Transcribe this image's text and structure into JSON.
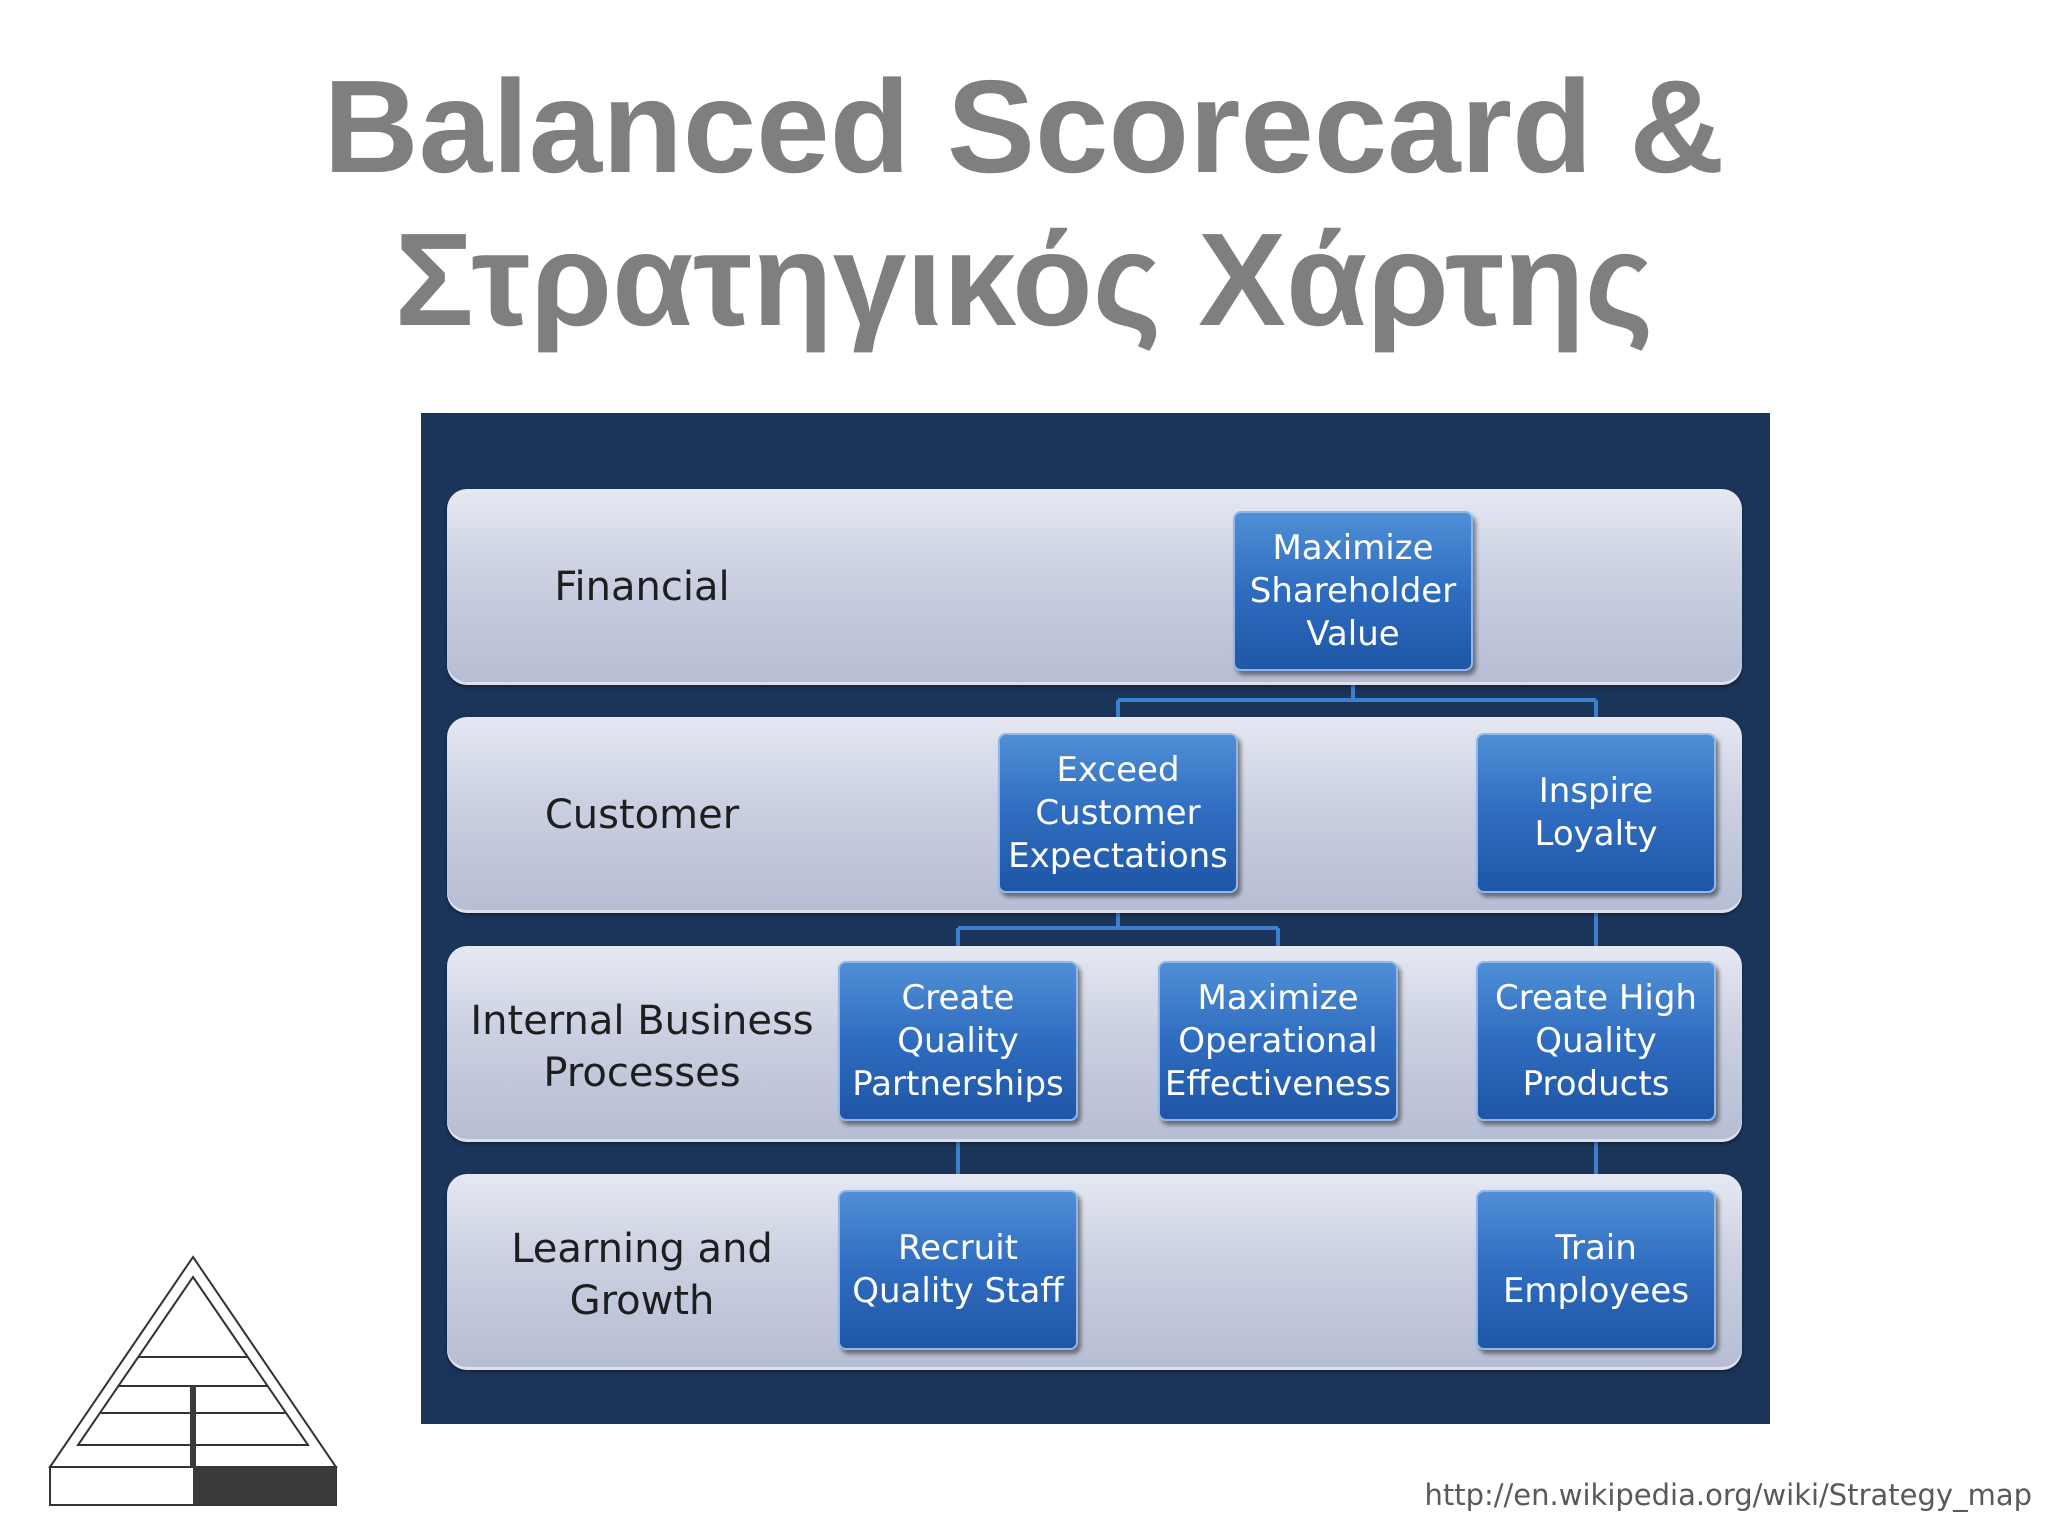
{
  "title": {
    "line1": "Balanced Scorecard &",
    "line2": "Στρατηγικός Χάρτης"
  },
  "strategy_map": {
    "perspectives": [
      {
        "label": "Financial"
      },
      {
        "label": "Customer"
      },
      {
        "label": "Internal Business\nProcesses"
      },
      {
        "label": "Learning and\nGrowth"
      }
    ],
    "objectives": {
      "maximize_shareholder_value": "Maximize\nShareholder\nValue",
      "exceed_customer_expectations": "Exceed\nCustomer\nExpectations",
      "inspire_loyalty": "Inspire\nLoyalty",
      "create_quality_partnerships": "Create\nQuality\nPartnerships",
      "maximize_operational_effectiveness": "Maximize\nOperational\nEffectiveness",
      "create_high_quality_products": "Create High\nQuality\nProducts",
      "recruit_quality_staff": "Recruit\nQuality Staff",
      "train_employees": "Train\nEmployees"
    },
    "colors": {
      "background": "#1b3459",
      "node": "#2f6cbf",
      "band": "#c9cfe0"
    }
  },
  "source": "http://en.wikipedia.org/wiki/Strategy_map"
}
